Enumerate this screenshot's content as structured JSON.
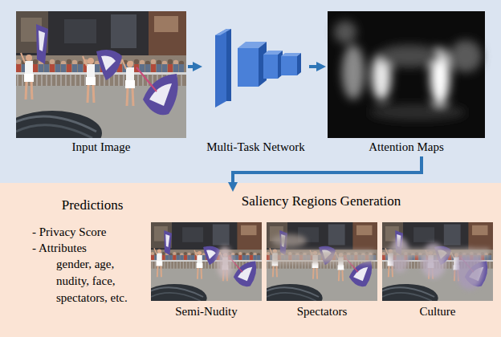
{
  "diagram": {
    "nodes": [
      {
        "text": [
          "Input Image"
        ]
      },
      {
        "text": [
          "Multi-Task Network"
        ]
      },
      {
        "text": [
          "Attention Maps"
        ]
      },
      {
        "text": [
          "Predictions",
          "- Privacy Score",
          "- Attributes",
          "gender, age, nudity, face, spectators, etc."
        ]
      },
      {
        "text": [
          "Saliency Regions Generation"
        ]
      },
      {
        "text": [
          "Semi-Nudity"
        ],
        "in": 4
      },
      {
        "text": [
          "Spectators"
        ],
        "in": 4
      },
      {
        "text": [
          "Culture"
        ],
        "in": 4
      }
    ],
    "edges": [
      {
        "from": 0,
        "to": 1,
        "arrow": "to"
      },
      {
        "from": 1,
        "to": 2,
        "arrow": "to"
      },
      {
        "from": 2,
        "to": 4,
        "arrow": "to"
      }
    ]
  }
}
